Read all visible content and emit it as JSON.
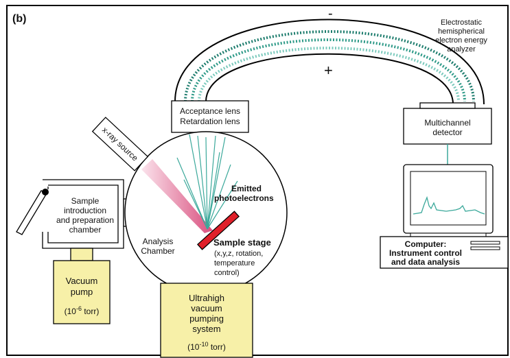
{
  "panel_label": "(b)",
  "analyzer": {
    "line1": "Electrostatic",
    "line2": "hemispherical",
    "line3": "electron energy",
    "line4": "analyzer",
    "minus": "-",
    "plus": "+"
  },
  "lens": {
    "line1": "Acceptance lens",
    "line2": "Retardation lens"
  },
  "detector": {
    "line1": "Multichannel",
    "line2": "detector"
  },
  "xray_source": "x-ray source",
  "photoelectrons": {
    "line1": "Emitted",
    "line2": "photoelectrons"
  },
  "sample_chamber": {
    "line1": "Sample",
    "line2": "introduction",
    "line3": "and preparation",
    "line4": "chamber"
  },
  "analysis_chamber": {
    "line1": "Analysis",
    "line2": "Chamber"
  },
  "sample_stage": {
    "title": "Sample stage",
    "line1": "(x,y,z, rotation,",
    "line2": "temperature",
    "line3": "control)"
  },
  "computer": {
    "line1": "Computer:",
    "line2": "Instrument control",
    "line3": "and data analysis"
  },
  "vacuum_pump": {
    "line1": "Vacuum",
    "line2": "pump",
    "pressure_base": "(10",
    "pressure_exp": "-6",
    "pressure_unit": " torr)"
  },
  "uhv_pump": {
    "line1": "Ultrahigh",
    "line2": "vacuum",
    "line3": "pumping",
    "line4": "system",
    "pressure_base": "(10",
    "pressure_exp": "-10",
    "pressure_unit": " torr)"
  },
  "colors": {
    "pump_fill": "#f7f0a8",
    "sample_red": "#e0202a",
    "beam_pink": "#e8739a",
    "electron_teal": "#3aa89a",
    "trajectory_dark": "#1e7d6e",
    "trajectory_mid": "#2e9a88",
    "trajectory_light": "#7ccabd"
  }
}
